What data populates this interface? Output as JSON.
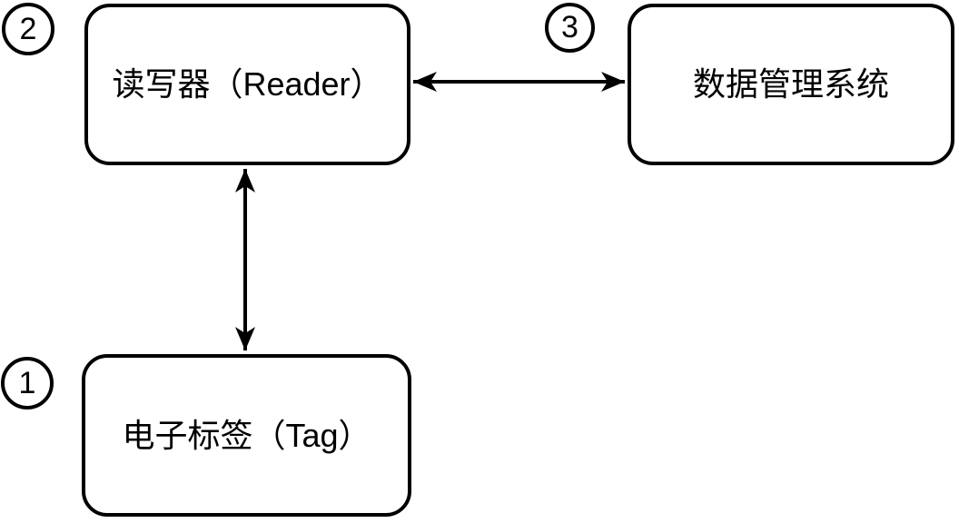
{
  "diagram": {
    "type": "block-diagram",
    "background_color": "#ffffff",
    "stroke_color": "#000000",
    "nodes": [
      {
        "id": "reader",
        "label": "读写器（Reader）",
        "badge": "2",
        "shape": "rounded-rect"
      },
      {
        "id": "data-management-system",
        "label": "数据管理系统",
        "badge": "3",
        "shape": "rounded-rect"
      },
      {
        "id": "tag",
        "label": "电子标签（Tag）",
        "badge": "1",
        "shape": "rounded-rect"
      }
    ],
    "edges": [
      {
        "from": "reader",
        "to": "data-management-system",
        "style": "double-headed-arrow",
        "orientation": "horizontal"
      },
      {
        "from": "reader",
        "to": "tag",
        "style": "double-headed-arrow",
        "orientation": "vertical"
      }
    ]
  }
}
